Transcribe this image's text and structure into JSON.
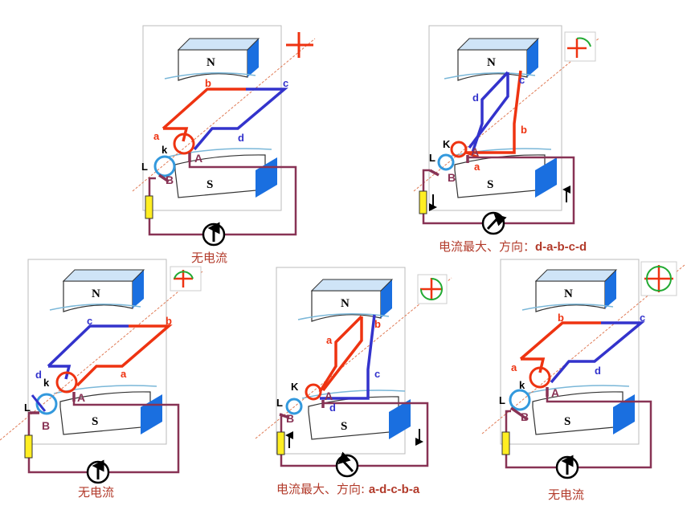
{
  "magnet_labels": {
    "north": "N",
    "south": "S"
  },
  "contact_labels": {
    "k": "k",
    "K": "K",
    "L": "L",
    "A": "A",
    "B": "B"
  },
  "wire_labels": {
    "a": "a",
    "b": "b",
    "c": "c",
    "d": "d"
  },
  "panels": [
    {
      "id": "p1",
      "caption": "无电流",
      "meter_direction": "up"
    },
    {
      "id": "p2",
      "caption_prefix": "电流最大、方向：",
      "caption_sequence": "d-a-b-c-d",
      "meter_direction": "right"
    },
    {
      "id": "p3",
      "caption": "无电流",
      "meter_direction": "up"
    },
    {
      "id": "p4",
      "caption_prefix": "电流最大、方向: ",
      "caption_sequence": "a-d-c-b-a",
      "meter_direction": "left"
    },
    {
      "id": "p5",
      "caption": "无电流",
      "meter_direction": "up"
    }
  ],
  "colors": {
    "red_coil": "#ee3311",
    "blue_coil": "#3333cc",
    "circuit": "#883355",
    "magnet_blue": "#1a6fe0",
    "caption": "#b23a2a",
    "axis": "#e07b56",
    "indicator_green": "#22aa33"
  }
}
